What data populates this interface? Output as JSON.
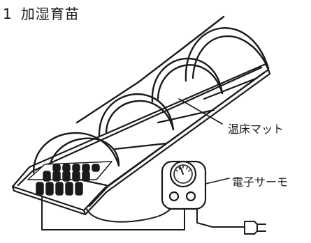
{
  "figure": {
    "number": "1",
    "title": "加湿育苗"
  },
  "labels": {
    "mat": "温床マット",
    "thermostat": "電子サーモ"
  }
}
